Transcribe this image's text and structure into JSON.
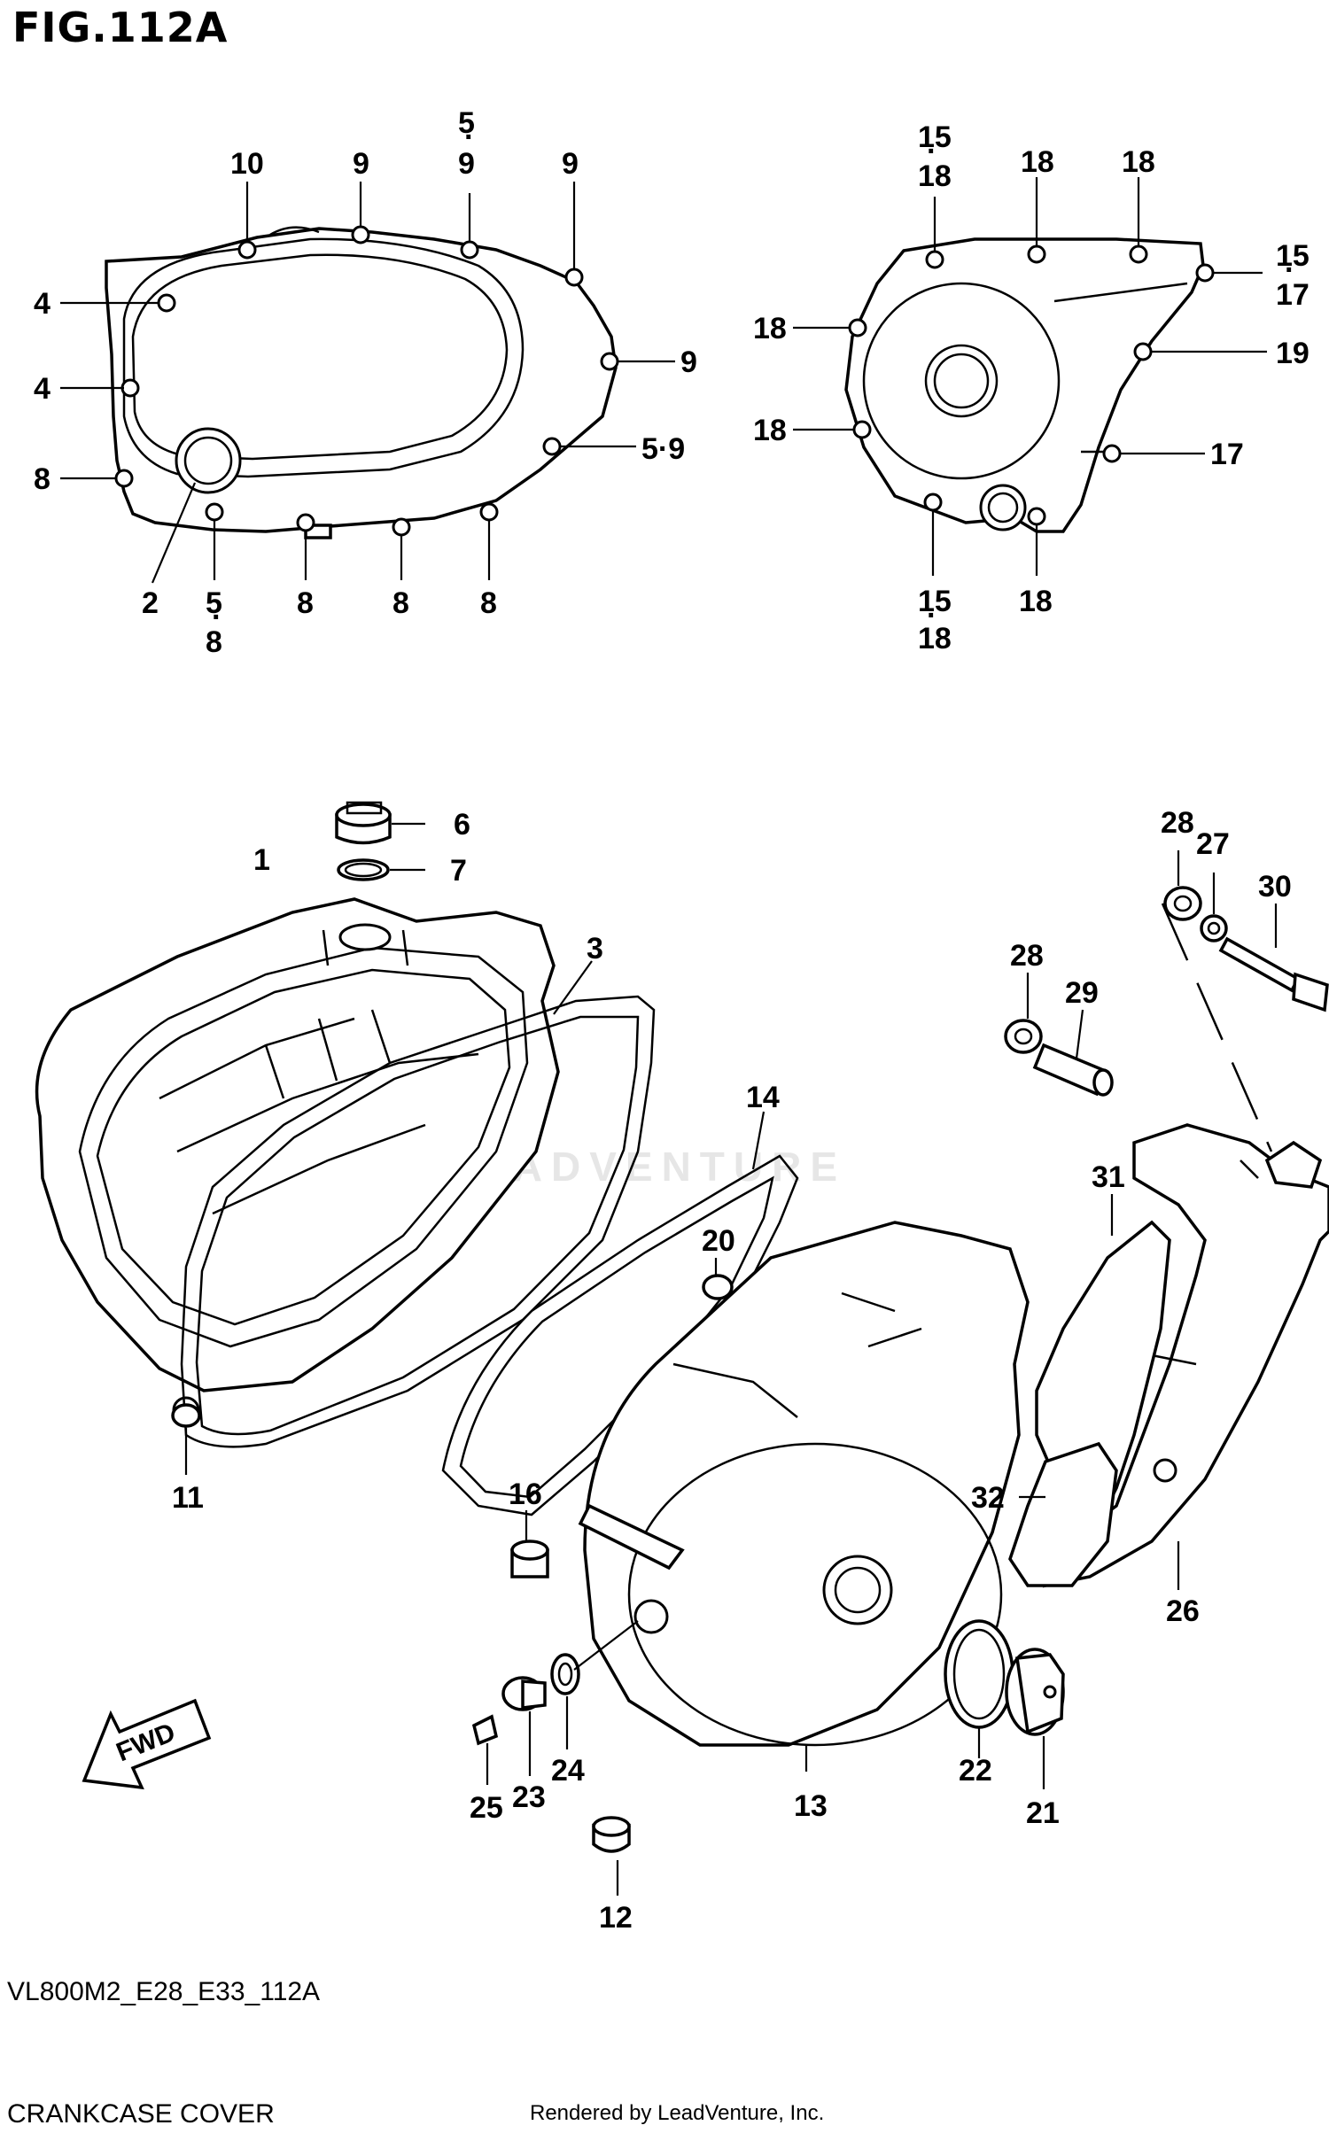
{
  "figure": {
    "title": "FIG.112A",
    "code": "VL800M2_E28_E33_112A",
    "name": "CRANKCASE COVER",
    "rendered_by": "Rendered by LeadVenture, Inc.",
    "watermark": "LEADVENTURE",
    "fwd_label": "FWD"
  },
  "callouts": {
    "c1": "1",
    "c2": "2",
    "c3": "3",
    "c4a": "4",
    "c4b": "4",
    "c5_9top": "5",
    "c5_9top_b": "9",
    "c5_9side": "5·9",
    "c5_8a": "5",
    "c5_8b": "8",
    "c6": "6",
    "c7": "7",
    "c8a": "8",
    "c8b": "8",
    "c8c": "8",
    "c8d": "8",
    "c9a": "9",
    "c9b": "9",
    "c9c": "9",
    "c10": "10",
    "c11": "11",
    "c12": "12",
    "c13": "13",
    "c14": "14",
    "c15_18top_a": "15",
    "c15_18top_b": "18",
    "c15_17_a": "15",
    "c15_17_b": "17",
    "c15_18bot_a": "15",
    "c15_18bot_b": "18",
    "c16": "16",
    "c17": "17",
    "c18a": "18",
    "c18b": "18",
    "c18c": "18",
    "c18d": "18",
    "c18e": "18",
    "c19": "19",
    "c20": "20",
    "c21": "21",
    "c22": "22",
    "c23": "23",
    "c24": "24",
    "c25": "25",
    "c26": "26",
    "c27": "27",
    "c28a": "28",
    "c28b": "28",
    "c29": "29",
    "c30": "30",
    "c31": "31",
    "c32": "32"
  }
}
